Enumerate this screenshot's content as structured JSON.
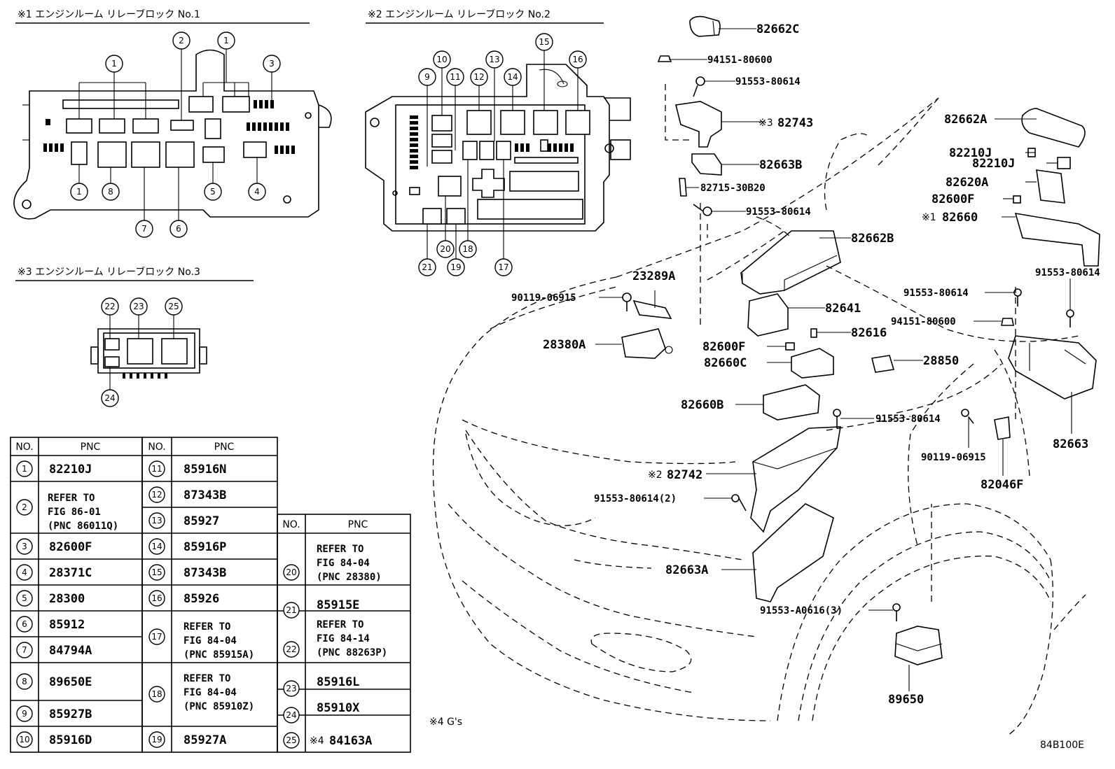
{
  "titles": {
    "block1": "※1 エンジンルーム リレーブロック No.1",
    "block2": "※2 エンジンルーム リレーブロック No.2",
    "block3": "※3 エンジンルーム リレーブロック No.3"
  },
  "parts": {
    "p82662C": "82662C",
    "p94151_a": "94151-80600",
    "p91553_a": "91553-80614",
    "p82743_mark": "※3",
    "p82743": "82743",
    "p82663B": "82663B",
    "p82715": "82715-30B20",
    "p91553_b": "91553-80614",
    "p82662B": "82662B",
    "p82662A": "82662A",
    "p82210J_a": "82210J",
    "p82210J_b": "82210J",
    "p82620A": "82620A",
    "p82600F_a": "82600F",
    "p82660_mark": "※1",
    "p82660": "82660",
    "p23289A": "23289A",
    "p90119_a": "90119-06915",
    "p28380A": "28380A",
    "p82641": "82641",
    "p82616": "82616",
    "p82600F_b": "82600F",
    "p82660C": "82660C",
    "p28850": "28850",
    "p91553_c": "91553-80614",
    "p94151_b": "94151-80600",
    "p91553_d": "91553-80614",
    "p82660B": "82660B",
    "p91553_e": "91553-80614",
    "p90119_b": "90119-06915",
    "p82663": "82663",
    "p82046F": "82046F",
    "p82742_mark": "※2",
    "p82742": "82742",
    "p91553_f": "91553-80614(2)",
    "p82663A": "82663A",
    "p91553_g": "91553-A0616(3)",
    "p89650": "89650"
  },
  "table": {
    "col_no": "NO.",
    "col_pnc": "PNC",
    "rows": {
      "r1": "82210J",
      "r2a": "REFER TO",
      "r2b": "FIG 86-01",
      "r2c": "(PNC 86011Q)",
      "r3": "82600F",
      "r4": "28371C",
      "r5": "28300",
      "r6": "85912",
      "r7": "84794A",
      "r8": "89650E",
      "r9": "85927B",
      "r10": "85916D",
      "r11": "85916N",
      "r12": "87343B",
      "r13": "85927",
      "r14": "85916P",
      "r15": "87343B",
      "r16": "85926",
      "r17a": "REFER TO",
      "r17b": "FIG 84-04",
      "r17c": "(PNC 85915A)",
      "r18a": "REFER TO",
      "r18b": "FIG 84-04",
      "r18c": "(PNC 85910Z)",
      "r19": "85927A",
      "r20a": "REFER TO",
      "r20b": "FIG 84-04",
      "r20c": "(PNC 28380)",
      "r21": "85915E",
      "r22a": "REFER TO",
      "r22b": "FIG 84-14",
      "r22c": "(PNC 88263P)",
      "r23": "85916L",
      "r24": "85910X",
      "r25": "84163A",
      "r25_mark": "※4"
    }
  },
  "note": "※4  G's",
  "figure_code": "84B100E"
}
